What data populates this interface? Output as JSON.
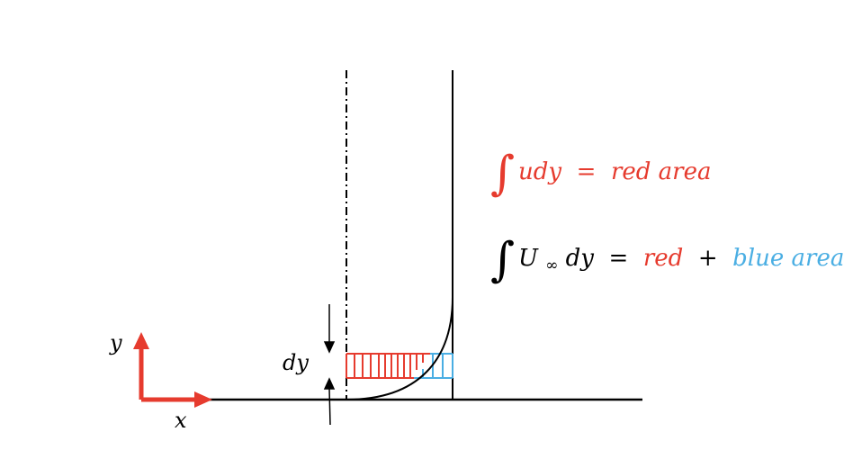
{
  "axes": {
    "x_label": "x",
    "y_label": "y",
    "color": "#e63b2e"
  },
  "strip": {
    "label": "dy"
  },
  "equations": {
    "eq1": {
      "integral": "∫",
      "integrand": "udy",
      "equals": " = ",
      "rhs": "red area"
    },
    "eq2": {
      "integral": "∫",
      "integrand": "U",
      "subscript": "∞",
      "integrand_tail": "dy",
      "equals": " = ",
      "rhs_red": "red",
      "plus": " + ",
      "rhs_blue": "blue area"
    }
  },
  "colors": {
    "red": "#e63b2e",
    "blue": "#4aaee3",
    "black": "#000000"
  }
}
